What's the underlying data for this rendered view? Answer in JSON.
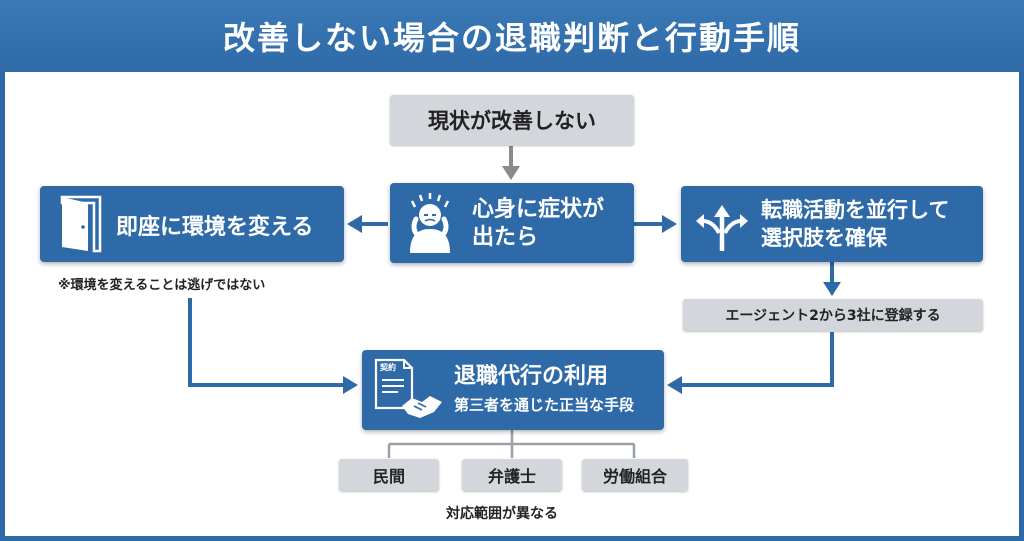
{
  "title": "改善しない場合の退職判断と行動手順",
  "start": "現状が改善しない",
  "symptom": {
    "line1": "心身に症状が",
    "line2": "出たら"
  },
  "change_env": {
    "label": "即座に環境を変える",
    "note": "※環境を変えることは逃げではない"
  },
  "job_hunt": {
    "line1": "転職活動を並行して",
    "line2": "選択肢を確保",
    "note": "エージェント2から3社に登録する"
  },
  "agency": {
    "title": "退職代行の利用",
    "subtitle": "第三者を通じた正当な手段",
    "icon_label": "契約"
  },
  "providers": [
    "民間",
    "弁護士",
    "労働組合"
  ],
  "providers_note": "対応範囲が異なる",
  "colors": {
    "primary": "#2f6aa8",
    "gray_box": "#d3d7dc",
    "arrow_gray": "#8a8a8a",
    "line_gray": "#9aa0a6"
  },
  "icons": [
    "door-icon",
    "stressed-person-icon",
    "diverging-arrows-icon",
    "contract-handshake-icon"
  ]
}
